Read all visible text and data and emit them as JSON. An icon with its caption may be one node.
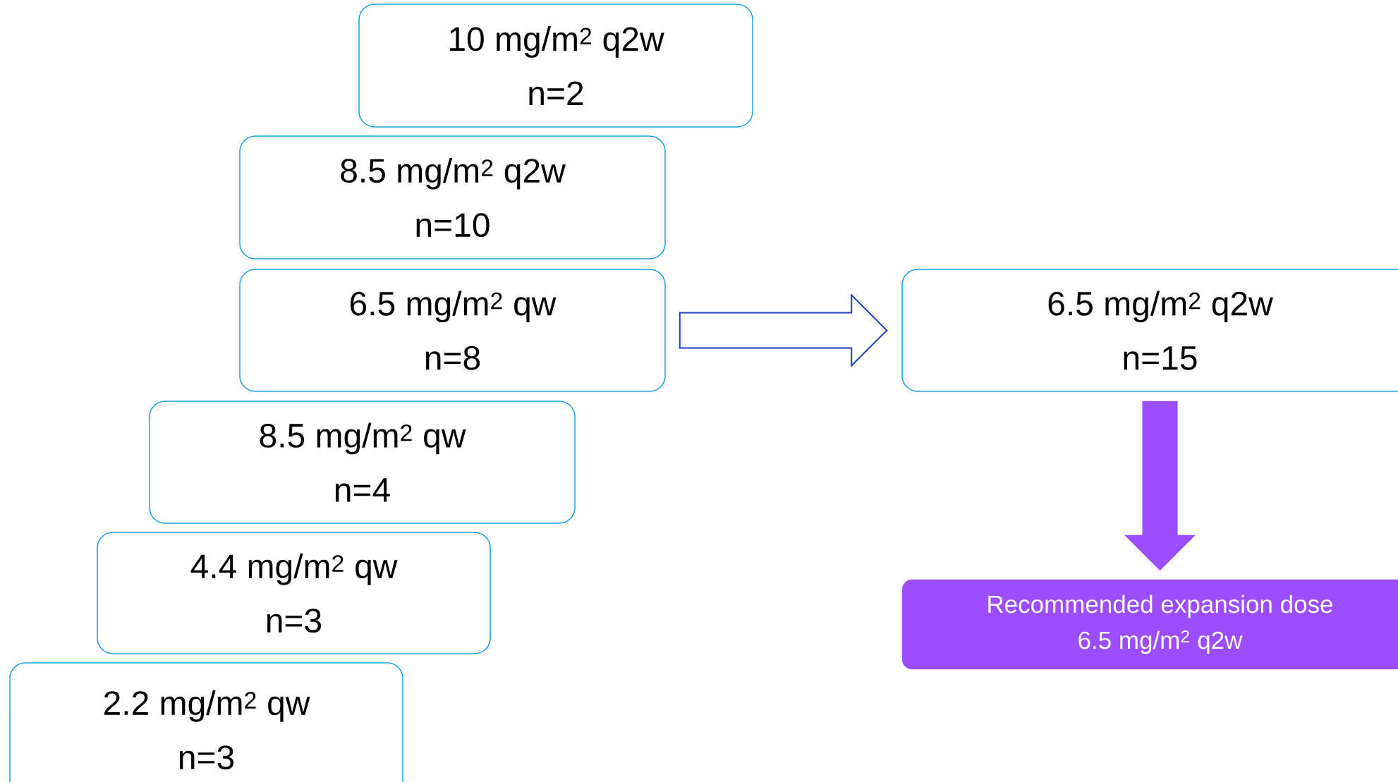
{
  "diagram": {
    "nodes": [
      {
        "text": [
          "10 mg/m$^{2}$ q2w",
          "n=2"
        ]
      },
      {
        "text": [
          "8.5 mg/m$^{2}$ q2w",
          "n=10"
        ]
      },
      {
        "text": [
          "6.5 mg/m$^{2}$ qw",
          "n=8"
        ]
      },
      {
        "text": [
          "8.5 mg/m$^{2}$ qw",
          "n=4"
        ]
      },
      {
        "text": [
          "4.4 mg/m$^{2}$ qw",
          "n=3"
        ]
      },
      {
        "text": [
          "2.2 mg/m$^{2}$ qw",
          "n=3"
        ]
      },
      {
        "text": [
          "6.5 mg/m$^{2}$ q2w",
          "n=15"
        ]
      },
      {
        "text": [
          "Recommended expansion dose",
          "6.5 mg/m$^{2}$ q2w"
        ]
      }
    ],
    "edges": [
      {
        "from": 2,
        "to": 6,
        "arrow": "to",
        "style": "thick",
        "color": "#1f3fbf"
      },
      {
        "from": 6,
        "to": 7,
        "arrow": "to",
        "style": "thick",
        "color": "#9b4dff"
      }
    ]
  }
}
